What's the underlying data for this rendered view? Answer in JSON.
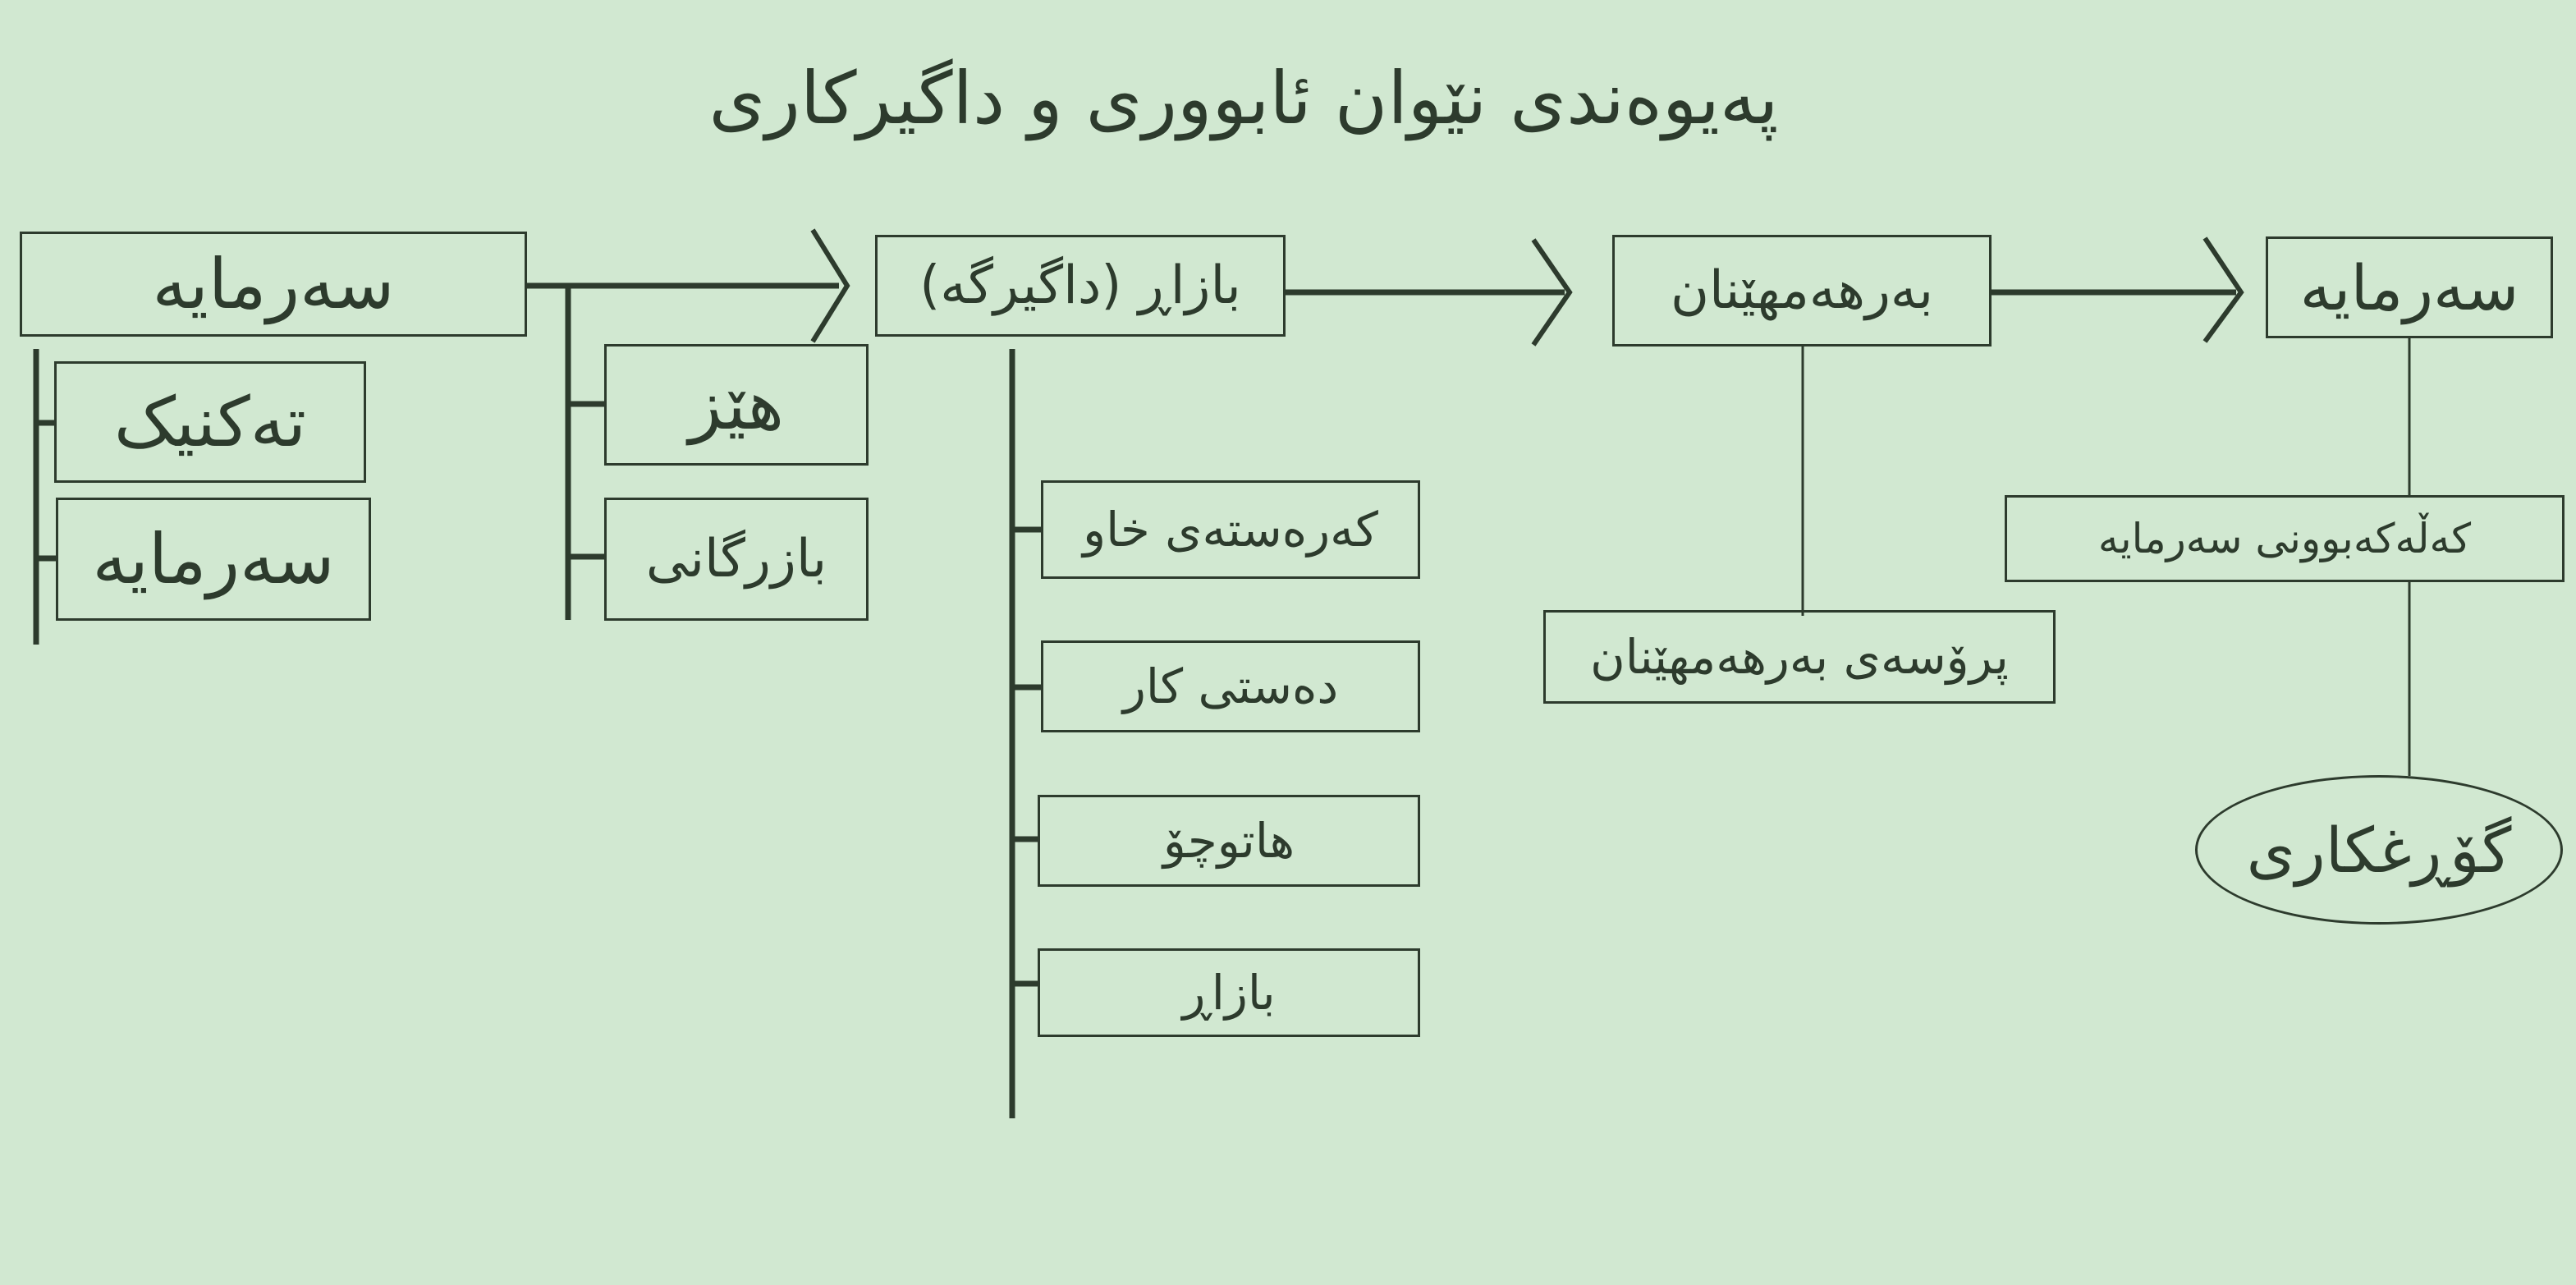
{
  "title": "پەیوەندی نێوان ئابووری و داگیرکاری",
  "nodes": {
    "capital_left": "سەرمایە",
    "technique": "تەکنیک",
    "capital_sub": "سەرمایە",
    "power": "هێز",
    "commerce": "بازرگانی",
    "market_colony": "بازاڕ (داگیرگە)",
    "raw_materials": "کەرەستەی خاو",
    "labor": "دەستی کار",
    "transport": "هاتوچۆ",
    "market": "بازاڕ",
    "production": "بەرهەمهێنان",
    "production_process": "پرۆسەی بەرهەمهێنان",
    "capital_right": "سەرمایە",
    "capital_accumulation": "کەڵەکەبوونی سەرمایە",
    "change": "گۆڕغکاری"
  },
  "colors": {
    "background": "#d1e8d1",
    "ink": "#2d3b2d"
  }
}
